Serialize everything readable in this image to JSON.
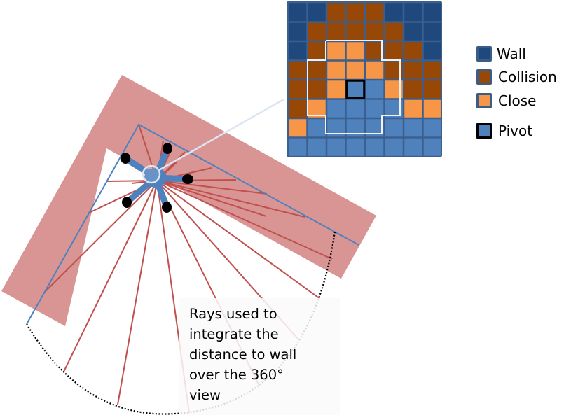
{
  "colors": {
    "wall": "#1f497d",
    "collision": "#974706",
    "close": "#f79646",
    "free": "#4f81bd",
    "grid_bg": "#3b5f8f",
    "corridor_fill": "#d99594",
    "wall_line": "#4f81bd",
    "ray": "#c0504d",
    "pivot_border": "#000000",
    "connector": "#dce6f2"
  },
  "grid": {
    "rows": [
      [
        "W",
        "W",
        "C",
        "C",
        "C",
        "W",
        "W",
        "W"
      ],
      [
        "W",
        "C",
        "C",
        "C",
        "C",
        "C",
        "W",
        "W"
      ],
      [
        "W",
        "C",
        "O",
        "O",
        "C",
        "C",
        "C",
        "W"
      ],
      [
        "C",
        "C",
        "O",
        "O",
        "O",
        "C",
        "C",
        "C"
      ],
      [
        "C",
        "C",
        "O",
        "P",
        "F",
        "O",
        "C",
        "C"
      ],
      [
        "C",
        "O",
        "F",
        "F",
        "F",
        "F",
        "O",
        "O"
      ],
      [
        "O",
        "F",
        "F",
        "F",
        "F",
        "F",
        "F",
        "F"
      ],
      [
        "F",
        "F",
        "F",
        "F",
        "F",
        "F",
        "F",
        "F"
      ]
    ],
    "key": {
      "W": "wall",
      "C": "collision",
      "O": "close",
      "F": "free",
      "P": "pivot"
    }
  },
  "legend": {
    "items": [
      {
        "label": "Wall",
        "swatch": "wall"
      },
      {
        "label": "Collision",
        "swatch": "collision"
      },
      {
        "label": "Close",
        "swatch": "close"
      },
      {
        "label": "Pivot",
        "swatch": "pivot"
      }
    ]
  },
  "caption": {
    "lines": [
      "Rays used to",
      "integrate the",
      "distance to wall",
      "over the 360°",
      "view"
    ]
  },
  "rays": {
    "count": 24
  }
}
